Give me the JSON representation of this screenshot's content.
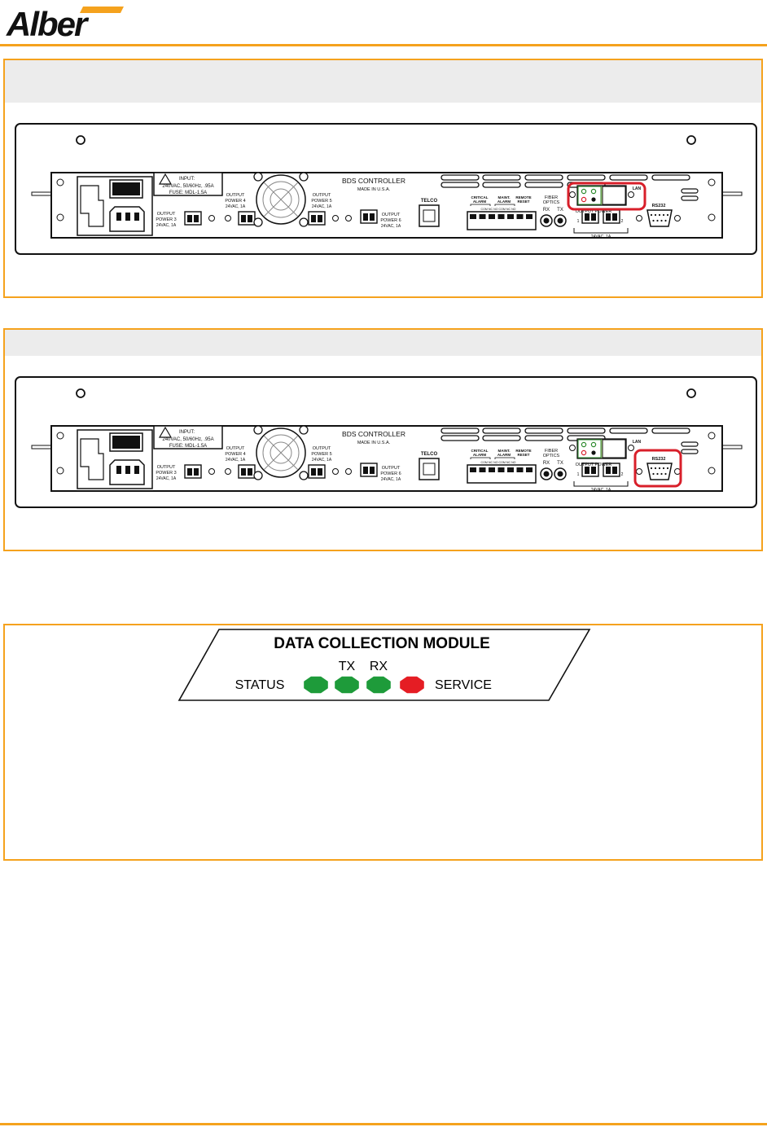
{
  "brand": {
    "logo_text": "Alber",
    "accent": "#f5a21d",
    "highlight": "#d81f2a"
  },
  "devices": [
    {
      "title": "BDS CONTROLLER",
      "subtitle": "MADE IN U.S.A.",
      "input_label": "INPUT:",
      "input_spec": "240VAC, 50/60Hz, .95A",
      "fuse": "FUSE: MDL-1.5A",
      "output3": [
        "OUTPUT",
        "POWER 3",
        "24VAC, 1A"
      ],
      "output4": [
        "OUTPUT",
        "POWER 4",
        "24VAC, 1A"
      ],
      "output5": [
        "OUTPUT",
        "POWER 5",
        "24VAC, 1A"
      ],
      "output6": [
        "OUTPUT",
        "POWER 6",
        "24VAC, 1A"
      ],
      "telco": "TELCO",
      "critical_alarm": [
        "CRITICAL",
        "ALARM"
      ],
      "maint_alarm": [
        "MAINT.",
        "ALARM"
      ],
      "remote_reset": [
        "REMOTE",
        "RESET"
      ],
      "terminal_pins": "COM  NC  NO  COM  NC  NO",
      "fiber_optics": [
        "FIBER",
        "OPTICS"
      ],
      "rx": "RX",
      "tx": "TX",
      "output_power": "OUTPUT POWER",
      "op_num1": "1",
      "op_num2": "2",
      "op_spec": "24VAC, 1A",
      "lan": "LAN",
      "rs232": "RS232",
      "highlight": "LAN"
    },
    {
      "title": "BDS CONTROLLER",
      "subtitle": "MADE IN U.S.A.",
      "input_label": "INPUT:",
      "input_spec": "240VAC, 50/60Hz, .95A",
      "fuse": "FUSE: MDL-1.5A",
      "output3": [
        "OUTPUT",
        "POWER 3",
        "24VAC, 1A"
      ],
      "output4": [
        "OUTPUT",
        "POWER 4",
        "24VAC, 1A"
      ],
      "output5": [
        "OUTPUT",
        "POWER 5",
        "24VAC, 1A"
      ],
      "output6": [
        "OUTPUT",
        "POWER 6",
        "24VAC, 1A"
      ],
      "telco": "TELCO",
      "critical_alarm": [
        "CRITICAL",
        "ALARM"
      ],
      "maint_alarm": [
        "MAINT.",
        "ALARM"
      ],
      "remote_reset": [
        "REMOTE",
        "RESET"
      ],
      "terminal_pins": "COM  NC  NO  COM  NC  NO",
      "fiber_optics": [
        "FIBER",
        "OPTICS"
      ],
      "rx": "RX",
      "tx": "TX",
      "output_power": "OUTPUT POWER",
      "op_num1": "1",
      "op_num2": "2",
      "op_spec": "24VAC, 1A",
      "lan": "LAN",
      "rs232": "RS232",
      "highlight": "RS232"
    }
  ],
  "dcm": {
    "title": "DATA COLLECTION MODULE",
    "tx": "TX",
    "rx": "RX",
    "status": "STATUS",
    "service": "SERVICE",
    "led_green": "#1e9b3a",
    "led_red": "#e51d24"
  }
}
